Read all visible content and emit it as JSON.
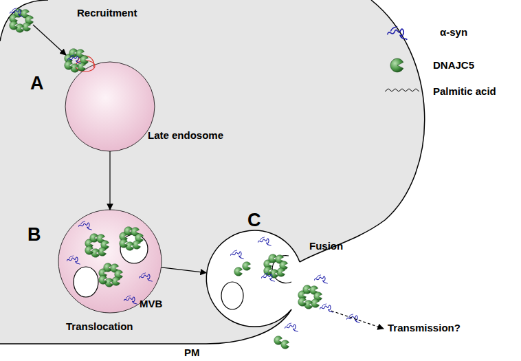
{
  "diagram": {
    "nodes": [
      {
        "text": [
          "Late endosome"
        ]
      },
      {
        "text": [
          "MVB"
        ]
      },
      {
        "text": [
          "Fusion"
        ]
      }
    ],
    "edges": [
      {
        "from": 0,
        "to": 1,
        "arrow": "to"
      },
      {
        "from": 1,
        "to": 2,
        "arrow": "to"
      }
    ],
    "labels": [
      "Recruitment",
      "A",
      "B",
      "Translocation",
      "C",
      "Transmission?",
      "PM"
    ],
    "legend": [
      {
        "text": "α-syn"
      },
      {
        "text": "DNAJC5"
      },
      {
        "text": "Palmitic acid"
      }
    ]
  }
}
